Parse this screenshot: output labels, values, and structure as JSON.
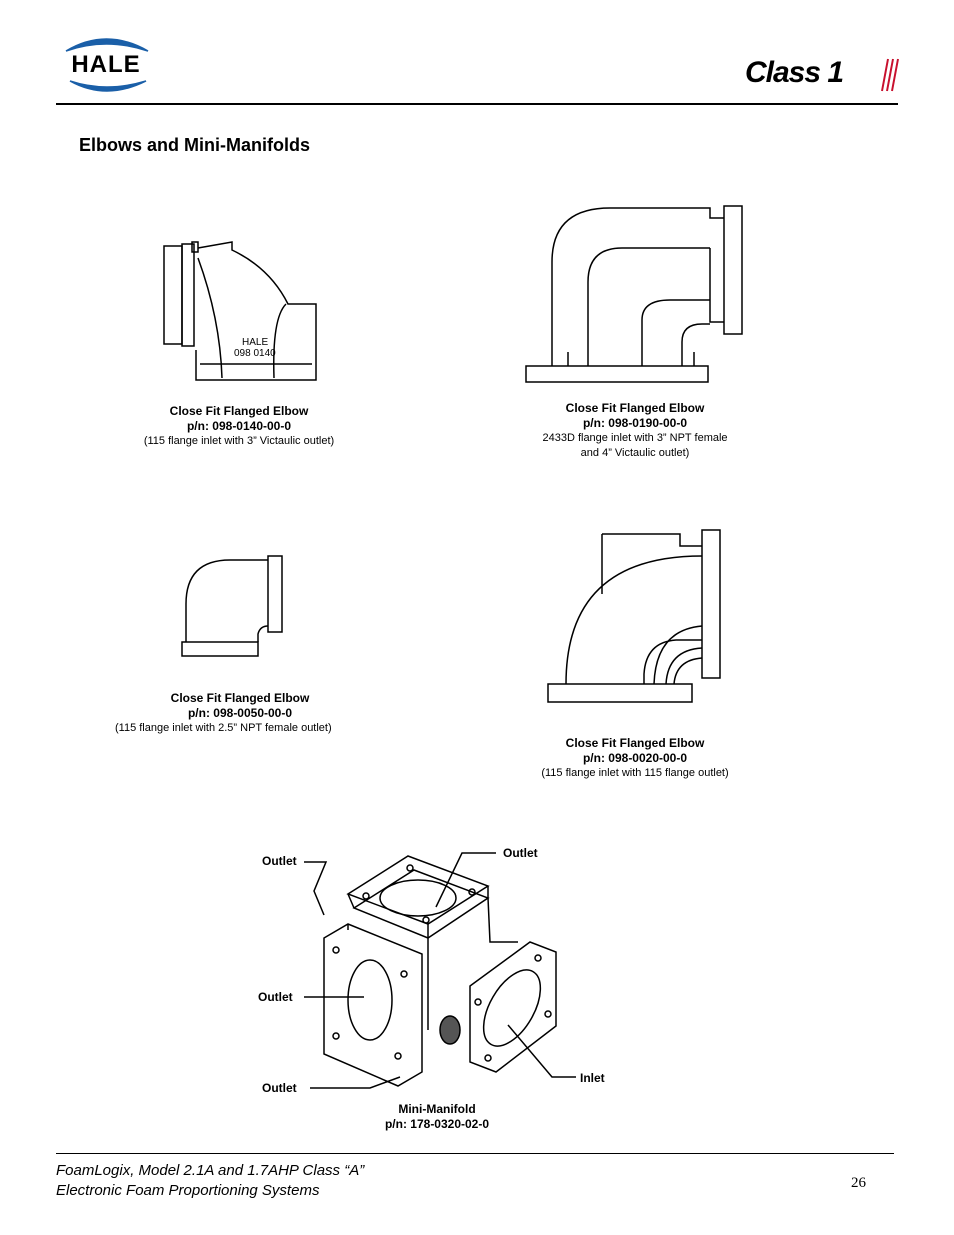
{
  "header": {
    "left_logo_text": "HALE",
    "right_logo_text": "Class 1"
  },
  "section": {
    "title": "Elbows and Mini-Manifolds"
  },
  "figures": [
    {
      "drawing_text_1": "HALE",
      "drawing_text_2": "098 0140",
      "title": "Close Fit Flanged Elbow",
      "pn": "p/n: 098-0140-00-0",
      "desc": "(115 flange inlet with 3” Victaulic outlet)"
    },
    {
      "title": "Close Fit Flanged Elbow",
      "pn": "p/n: 098-0190-00-0",
      "desc": "2433D flange inlet with 3” NPT female",
      "desc2": "and 4”  Victaulic outlet)"
    },
    {
      "title": "Close Fit Flanged Elbow",
      "pn": "p/n: 098-0050-00-0",
      "desc": "(115 flange inlet with 2.5” NPT female outlet)"
    },
    {
      "title": "Close Fit Flanged Elbow",
      "pn": "p/n: 098-0020-00-0",
      "desc": "(115 flange inlet with 115 flange outlet)"
    }
  ],
  "manifold": {
    "labels": {
      "outlet_top_left": "Outlet",
      "outlet_top_right": "Outlet",
      "outlet_left": "Outlet",
      "outlet_bottom": "Outlet",
      "inlet": "Inlet"
    },
    "title": "Mini-Manifold",
    "pn": "p/n: 178-0320-02-0"
  },
  "footer": {
    "line1": "FoamLogix, Model 2.1A and 1.7AHP Class “A”",
    "line2": "Electronic Foam Proportioning Systems",
    "page_number": "26"
  },
  "colors": {
    "hale_blue": "#1a5fa8",
    "class1_red": "#c8102e",
    "text": "#000000"
  }
}
